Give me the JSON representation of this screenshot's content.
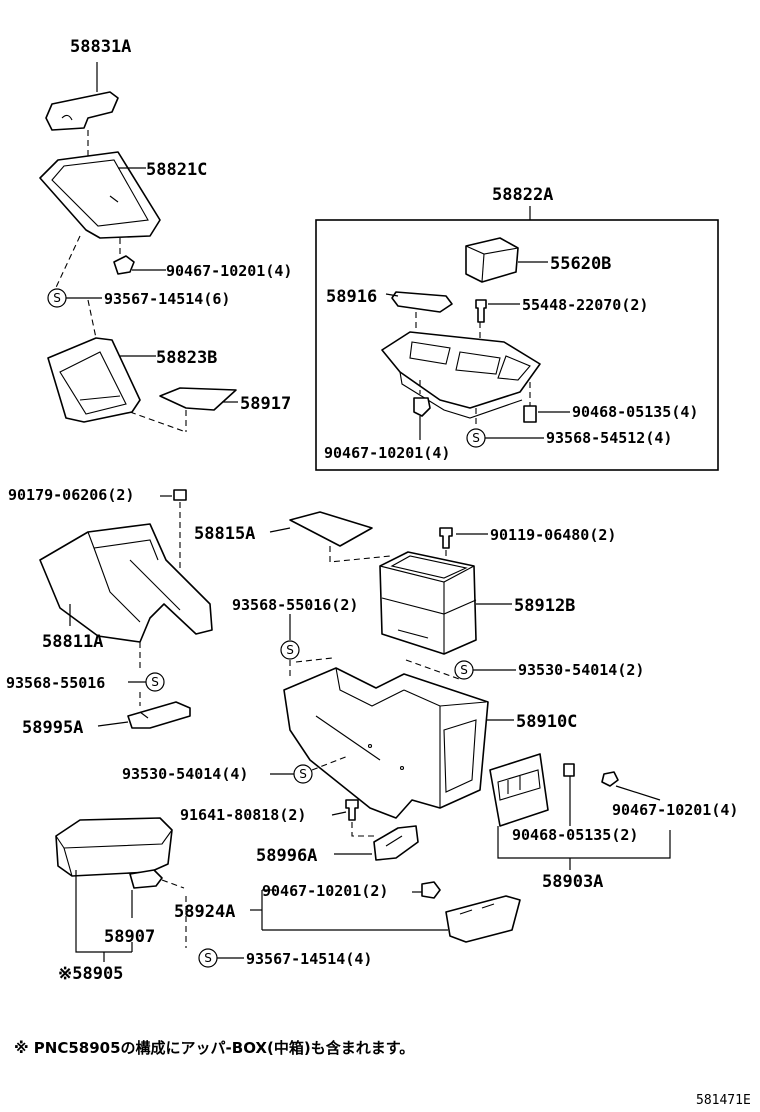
{
  "parts": {
    "p58831A": "58831A",
    "p58821C": "58821C",
    "p90467_10201_4_top": "90467-10201(4)",
    "p93567_14514_6": "93567-14514(6)",
    "p58823B": "58823B",
    "p58917": "58917",
    "p58822A": "58822A",
    "p55620B": "55620B",
    "p58916": "58916",
    "p55448_22070_2": "55448-22070(2)",
    "p90468_05135_4": "90468-05135(4)",
    "p93568_54512_4": "93568-54512(4)",
    "p90467_10201_4_box": "90467-10201(4)",
    "p90179_06206_2": "90179-06206(2)",
    "p58815A": "58815A",
    "p90119_06480_2": "90119-06480(2)",
    "p93568_55016_2": "93568-55016(2)",
    "p58912B": "58912B",
    "p58811A": "58811A",
    "p93530_54014_2": "93530-54014(2)",
    "p93568_55016": "93568-55016",
    "p58995A": "58995A",
    "p58910C": "58910C",
    "p93530_54014_4": "93530-54014(4)",
    "p91641_80818_2": "91641-80818(2)",
    "p90467_10201_4_right": "90467-10201(4)",
    "p90468_05135_2": "90468-05135(2)",
    "p58996A": "58996A",
    "p58903A": "58903A",
    "p58924A": "58924A",
    "p90467_10201_2": "90467-10201(2)",
    "p58907": "58907",
    "p58905": "※58905",
    "p93567_14514_4": "93567-14514(4)"
  },
  "s_mark": "S",
  "footnote": "※ PNC58905の構成にアッパ-BOX(中箱)も含まれます。",
  "figure_code": "581471E"
}
